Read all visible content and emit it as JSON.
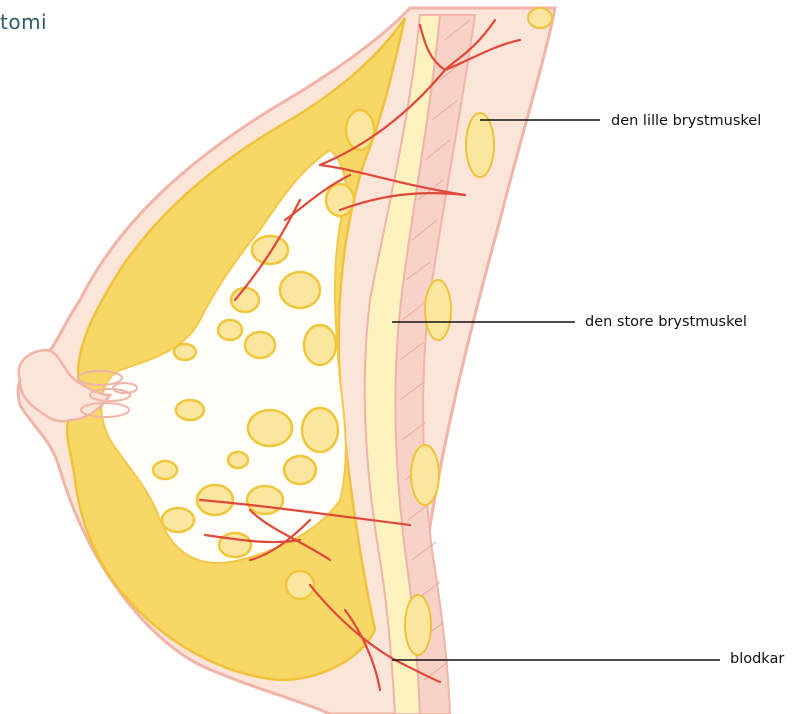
{
  "title": "tomi",
  "labels": {
    "pectoralis_minor": "den lille brystmuskel",
    "pectoralis_major": "den store brystmuskel",
    "blood_vessel": "blodkar"
  },
  "colors": {
    "skin_outline": "#f0b4a8",
    "fat_yellow": "#f6d25a",
    "fat_light": "#fbeaa8",
    "lobule_fill": "#fbe6a0",
    "lobule_edge": "#f1c63a",
    "muscle_pink": "#f3c2b4",
    "vessel_red": "#e0483a",
    "leader_line": "#111111",
    "title_color": "#2f5a66"
  }
}
